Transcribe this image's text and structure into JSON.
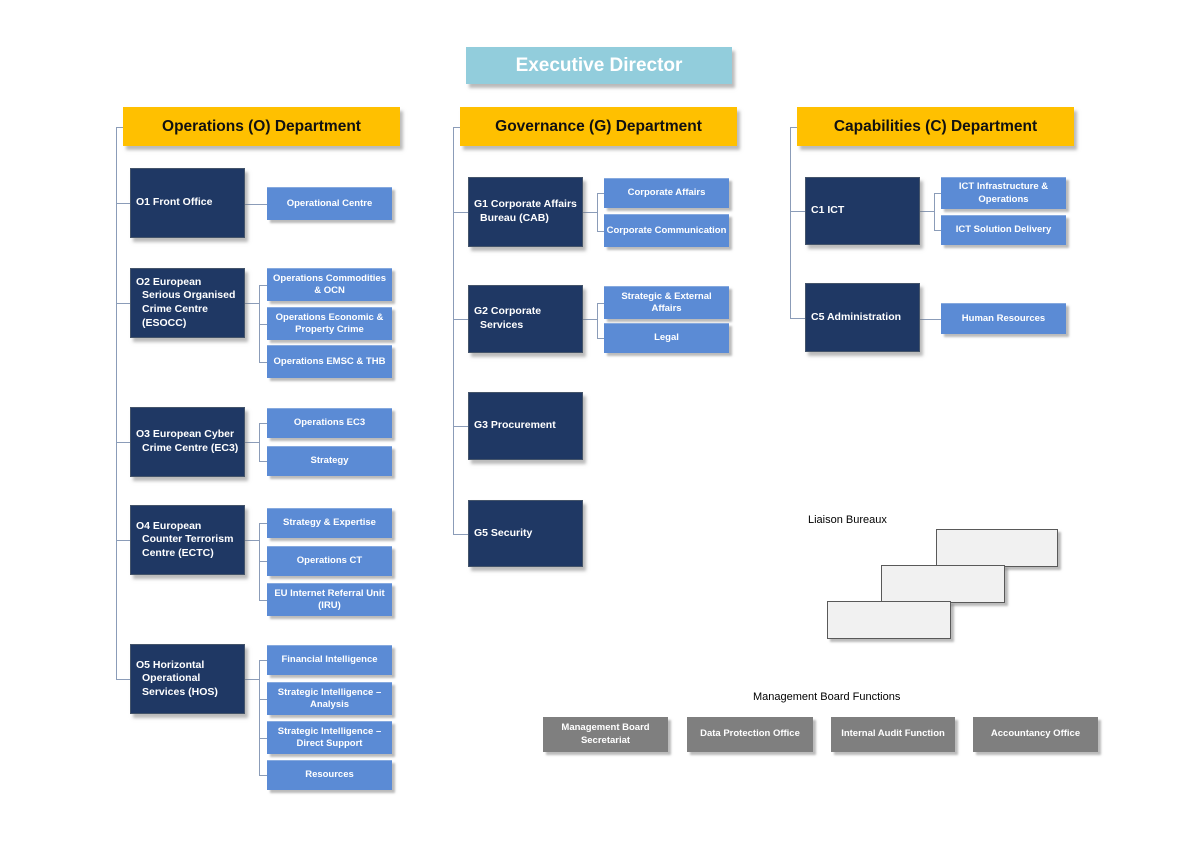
{
  "title": "Executive Director",
  "colors": {
    "exec_blue": "#92CDDC",
    "header_gold": "#FFC000",
    "unit_navy": "#1F3864",
    "sub_blue": "#5B8BD5",
    "board_gray": "#7F7F7F",
    "connector": "#8B9CB8",
    "liaison_fill": "#F1F1F1"
  },
  "columns": [
    {
      "header": "Operations (O) Department",
      "units": [
        {
          "label": "O1 Front Office",
          "subs": [
            "Operational Centre"
          ]
        },
        {
          "label": "O2 European Serious Organised Crime Centre (ESOCC)",
          "subs": [
            "Operations Commodities & OCN",
            "Operations Economic & Property Crime",
            "Operations EMSC & THB"
          ]
        },
        {
          "label": "O3 European Cyber Crime Centre (EC3)",
          "subs": [
            "Operations EC3",
            "Strategy"
          ]
        },
        {
          "label": "O4 European Counter Terrorism Centre (ECTC)",
          "subs": [
            "Strategy & Expertise",
            "Operations CT",
            "EU Internet Referral Unit (IRU)"
          ]
        },
        {
          "label": "O5 Horizontal Operational Services (HOS)",
          "subs": [
            "Financial Intelligence",
            "Strategic Intelligence – Analysis",
            "Strategic Intelligence – Direct Support",
            "Resources"
          ]
        }
      ]
    },
    {
      "header": "Governance (G) Department",
      "units": [
        {
          "label": "G1 Corporate Affairs Bureau (CAB)",
          "subs": [
            "Corporate Affairs",
            "Corporate Communication"
          ]
        },
        {
          "label": "G2 Corporate Services",
          "subs": [
            "Strategic & External Affairs",
            "Legal"
          ]
        },
        {
          "label": "G3 Procurement",
          "subs": []
        },
        {
          "label": "G5 Security",
          "subs": []
        }
      ]
    },
    {
      "header": "Capabilities (C) Department",
      "units": [
        {
          "label": "C1 ICT",
          "subs": [
            "ICT Infrastructure & Operations",
            "ICT Solution Delivery"
          ]
        },
        {
          "label": "C5 Administration",
          "subs": [
            "Human Resources"
          ]
        }
      ]
    }
  ],
  "liaison": {
    "label": "Liaison Bureaux",
    "box_count": 3
  },
  "board": {
    "label": "Management Board Functions",
    "items": [
      "Management Board Secretariat",
      "Data Protection Office",
      "Internal Audit Function",
      "Accountancy Office"
    ]
  }
}
